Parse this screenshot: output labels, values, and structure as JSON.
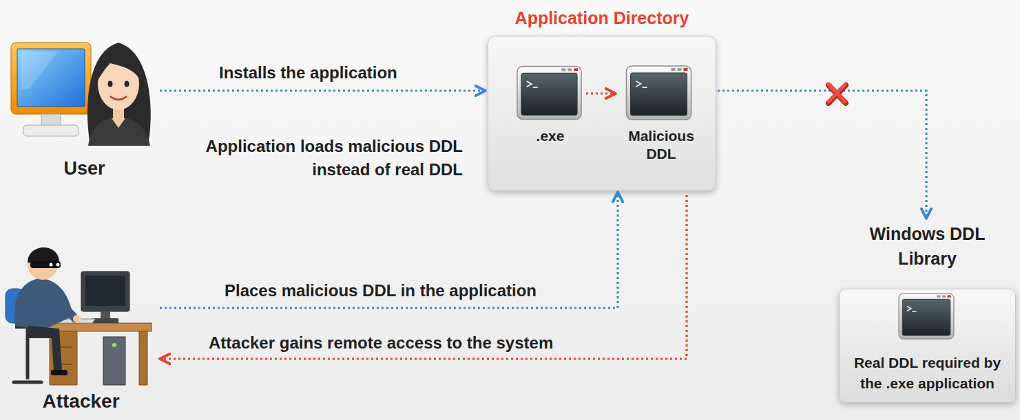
{
  "diagram": {
    "nodes": [
      {
        "text": [
          "User"
        ]
      },
      {
        "text": [
          "Application Directory"
        ]
      },
      {
        "text": [
          ".exe"
        ],
        "in": 1
      },
      {
        "text": [
          "Malicious DDL"
        ],
        "in": 1
      },
      {
        "text": [
          "Windows DDL Library",
          "Real DDL required by the .exe application"
        ]
      },
      {
        "text": [
          "Attacker"
        ]
      }
    ],
    "edges": [
      {
        "from": 0,
        "to": 1,
        "label": "Installs the application",
        "arrow": "to"
      },
      {
        "from": 2,
        "to": 3,
        "arrow": "to"
      },
      {
        "from": 1,
        "to": 4,
        "arrow": "to"
      },
      {
        "from": 5,
        "to": 1,
        "label": "Places malicious DDL in the application",
        "arrow": "to"
      },
      {
        "from": 1,
        "to": 5,
        "label": "Attacker gains remote access to the system",
        "arrow": "to"
      }
    ],
    "labels": [
      "Application loads malicious DDL instead of real DDL"
    ]
  }
}
